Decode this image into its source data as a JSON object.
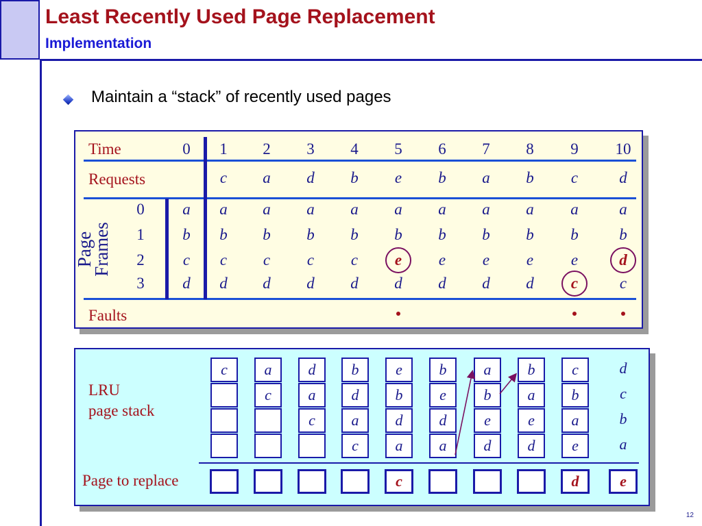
{
  "header": {
    "title": "Least Recently Used Page Replacement",
    "subtitle": "Implementation"
  },
  "bullet": "Maintain a “stack” of recently used pages",
  "table": {
    "time_label": "Time",
    "requests_label": "Requests",
    "page_frames_line1": "Page",
    "page_frames_line2": "Frames",
    "faults_label": "Faults",
    "times": [
      "0",
      "1",
      "2",
      "3",
      "4",
      "5",
      "6",
      "7",
      "8",
      "9",
      "10"
    ],
    "requests": [
      "c",
      "a",
      "d",
      "b",
      "e",
      "b",
      "a",
      "b",
      "c",
      "d"
    ],
    "frame_indices": [
      "0",
      "1",
      "2",
      "3"
    ],
    "frames": [
      [
        "a",
        "a",
        "a",
        "a",
        "a",
        "a",
        "a",
        "a",
        "a",
        "a",
        "a"
      ],
      [
        "b",
        "b",
        "b",
        "b",
        "b",
        "b",
        "b",
        "b",
        "b",
        "b",
        "b"
      ],
      [
        "c",
        "c",
        "c",
        "c",
        "c",
        "e",
        "e",
        "e",
        "e",
        "e",
        "d"
      ],
      [
        "d",
        "d",
        "d",
        "d",
        "d",
        "d",
        "d",
        "d",
        "d",
        "c",
        "c"
      ]
    ],
    "fault_times": [
      5,
      9,
      10
    ]
  },
  "lru": {
    "label_line1": "LRU",
    "label_line2": "page stack",
    "page_to_replace_label": "Page to replace",
    "stack": [
      [
        "c",
        "",
        "",
        ""
      ],
      [
        "a",
        "c",
        "",
        ""
      ],
      [
        "d",
        "a",
        "c",
        ""
      ],
      [
        "b",
        "d",
        "a",
        "c"
      ],
      [
        "e",
        "b",
        "d",
        "a"
      ],
      [
        "b",
        "e",
        "d",
        "a"
      ],
      [
        "a",
        "b",
        "e",
        "d"
      ],
      [
        "b",
        "a",
        "e",
        "d"
      ],
      [
        "c",
        "b",
        "a",
        "e"
      ],
      [
        "d",
        "c",
        "b",
        "a"
      ]
    ],
    "replace": [
      "",
      "",
      "",
      "",
      "c",
      "",
      "",
      "",
      "d",
      "e"
    ]
  },
  "page_number": "12",
  "colors": {
    "title": "#a4121c",
    "subtitle": "#1a1ad6",
    "accent_blue": "#1a1aa8",
    "panel1_bg": "#fffde3",
    "panel2_bg": "#ccffff"
  }
}
